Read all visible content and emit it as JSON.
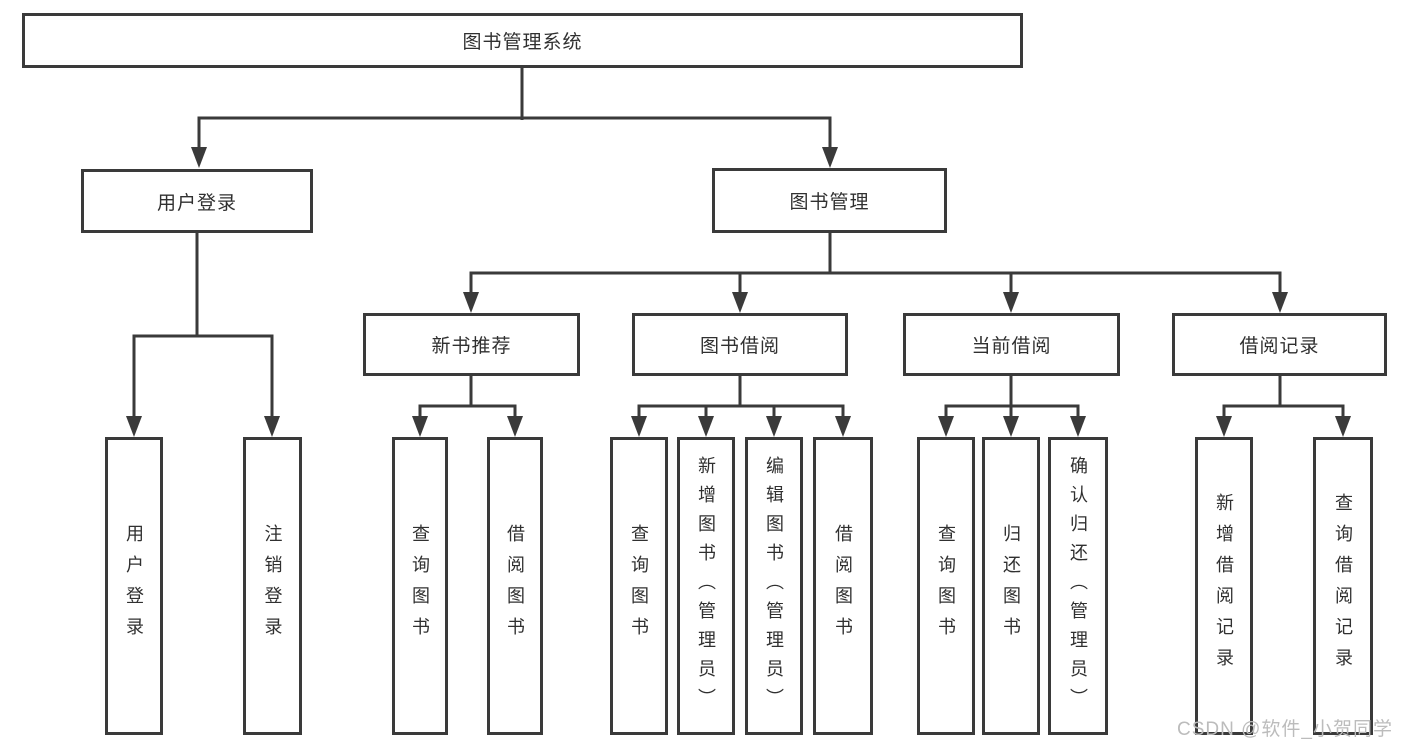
{
  "diagram": {
    "root": "图书管理系统",
    "branches": {
      "user_login": "用户登录",
      "book_management": "图书管理"
    },
    "modules": {
      "new_book_recommend": "新书推荐",
      "book_borrowing": "图书借阅",
      "current_borrowing": "当前借阅",
      "borrowing_records": "借阅记录"
    },
    "functions": {
      "user_login": "用户登录",
      "logout": "注销登录",
      "nb_query_books": "查询图书",
      "nb_borrow_books": "借阅图书",
      "bb_query_books": "查询图书",
      "bb_add_books_admin": "新增图书（管理员）",
      "bb_edit_books_admin": "编辑图书（管理员）",
      "bb_borrow_books": "借阅图书",
      "cb_query_books": "查询图书",
      "cb_return_books": "归还图书",
      "cb_confirm_return_admin": "确认归还（管理员）",
      "br_add_record": "新增借阅记录",
      "br_query_record": "查询借阅记录"
    }
  },
  "watermark": "CSDN @软件_小贺同学",
  "colors": {
    "line": "#3a3a3a",
    "text": "#303030",
    "watermark": "#bcbcbc",
    "background": "#ffffff"
  }
}
